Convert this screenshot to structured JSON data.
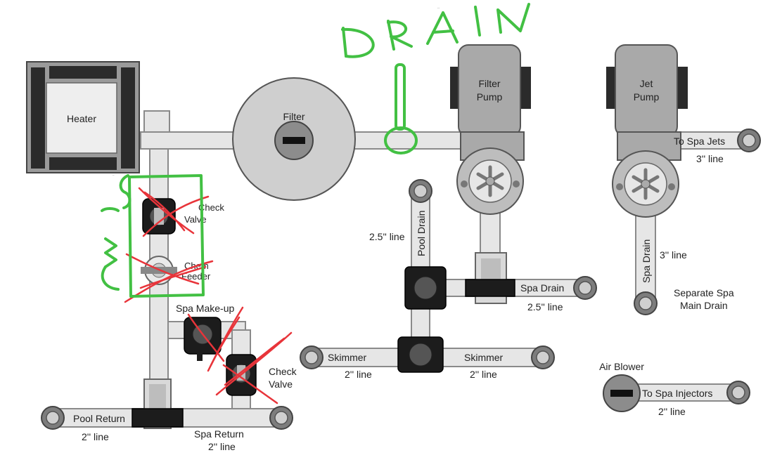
{
  "labels": {
    "heater": "Heater",
    "filter": "Filter",
    "filter_pump": [
      "Filter",
      "Pump"
    ],
    "jet_pump": [
      "Jet",
      "Pump"
    ],
    "to_spa_jets": "To Spa Jets",
    "spa_jets_line": "3'' line",
    "check_valve_top": [
      "Check",
      "Valve"
    ],
    "chem_feeder": [
      "Chem",
      "Feeder"
    ],
    "spa_makeup": "Spa Make-up",
    "check_valve_bottom": [
      "Check",
      "Valve"
    ],
    "pool_return": "Pool Return",
    "pool_return_line": "2'' line",
    "spa_return": [
      "Spa Return",
      "2'' line"
    ],
    "pool_drain": "Pool Drain",
    "pool_drain_line": "2.5'' line",
    "spa_drain_left": "Spa Drain",
    "spa_drain_left_line": "2.5'' line",
    "skimmer_left": "Skimmer",
    "skimmer_left_line": "2'' line",
    "skimmer_right": "Skimmer",
    "skimmer_right_line": "2'' line",
    "spa_drain_right": "Spa Drain",
    "spa_drain_right_line": "3'' line",
    "separate_spa_main_drain": [
      "Separate Spa",
      "Main Drain"
    ],
    "air_blower": "Air Blower",
    "to_spa_injectors": "To Spa Injectors",
    "spa_injectors_line": "2'' line"
  },
  "annotations": {
    "drain": "DRAIN",
    "side_word": "SWG"
  },
  "colors": {
    "annotation_green": "#42c043",
    "annotation_red": "#e8343a",
    "pipe": "#e6e6e6",
    "equipment": "#a9a9a9"
  }
}
